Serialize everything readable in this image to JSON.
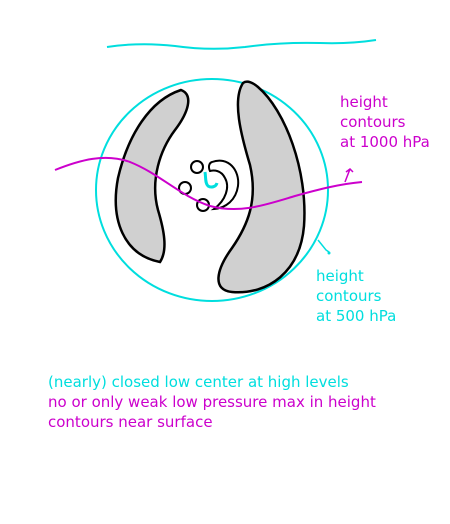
{
  "colors": {
    "magenta": "#cc00cc",
    "cyan": "#00dede",
    "band_fill": "#d0d0d0",
    "outline": "#000000"
  },
  "label_1000": {
    "lines": [
      "height",
      "contours",
      "at 1000 hPa"
    ]
  },
  "label_500": {
    "lines": [
      "height",
      "contours",
      "at 500 hPa"
    ]
  },
  "caption": {
    "line_1": "(nearly) closed low center at high levels",
    "line_2": "no or only weak low pressure max in height",
    "line_3": "contours near surface"
  }
}
